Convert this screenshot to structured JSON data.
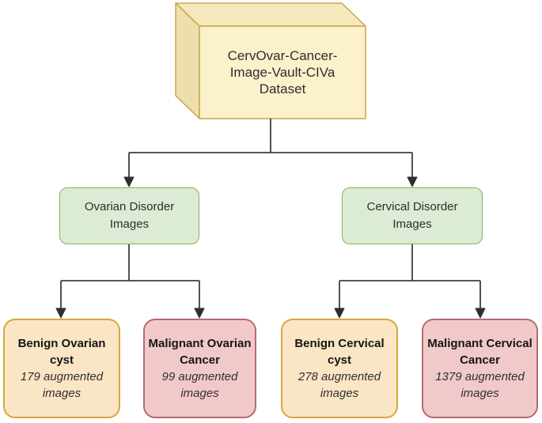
{
  "diagram": {
    "type": "dataset-hierarchy-flowchart",
    "root": {
      "label": "CervOvar-Cancer-Image-Vault-CIVa Dataset",
      "shape": "cube"
    },
    "branches": [
      {
        "label": "Ovarian Disorder Images",
        "children": [
          {
            "label": "Benign Ovarian cyst",
            "note": "179 augmented images",
            "category": "benign"
          },
          {
            "label": "Malignant Ovarian Cancer",
            "note": "99 augmented images",
            "category": "malignant"
          }
        ]
      },
      {
        "label": "Cervical Disorder Images",
        "children": [
          {
            "label": "Benign Cervical cyst",
            "note": "278 augmented images",
            "category": "benign"
          },
          {
            "label": "Malignant Cervical Cancer",
            "note": "1379 augmented images",
            "category": "malignant"
          }
        ]
      }
    ],
    "colors": {
      "dataset_fill": "#FBF1CB",
      "dataset_fill_top": "#F5E8BC",
      "dataset_fill_side": "#EDDFAC",
      "dataset_stroke": "#C8A64B",
      "branch_fill": "#DCEBD4",
      "branch_stroke": "#84B266",
      "benign_fill": "#FAE5C5",
      "benign_stroke": "#D8A63C",
      "malignant_fill": "#F2C9CB",
      "malignant_stroke": "#B66A71",
      "edge": "#3E3E3E",
      "text": "#2B2B2B"
    }
  }
}
